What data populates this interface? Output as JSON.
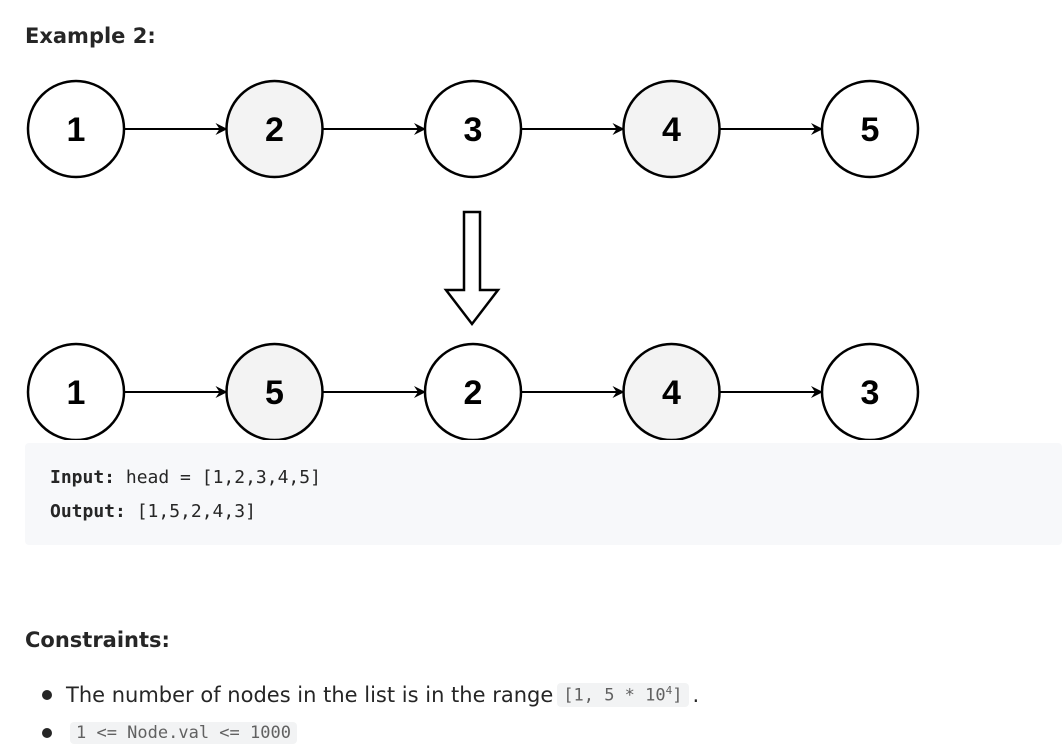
{
  "example": {
    "title": "Example 2:"
  },
  "diagram": {
    "before": [
      "1",
      "2",
      "3",
      "4",
      "5"
    ],
    "after": [
      "1",
      "5",
      "2",
      "4",
      "3"
    ],
    "shaded_positions": [
      1,
      3
    ],
    "shade_color": "#f3f3f3",
    "stroke_color": "#000000"
  },
  "code": {
    "input_key": "Input:",
    "input_value": " head = [1,2,3,4,5]",
    "output_key": "Output:",
    "output_value": " [1,5,2,4,3]"
  },
  "constraints": {
    "title": "Constraints:",
    "items": [
      {
        "text": "The number of nodes in the list is in the range",
        "code_base": "[1, 5 * 10",
        "code_sup": "4",
        "code_end": "]",
        "suffix": "."
      },
      {
        "code": "1 <= Node.val <= 1000"
      }
    ]
  }
}
